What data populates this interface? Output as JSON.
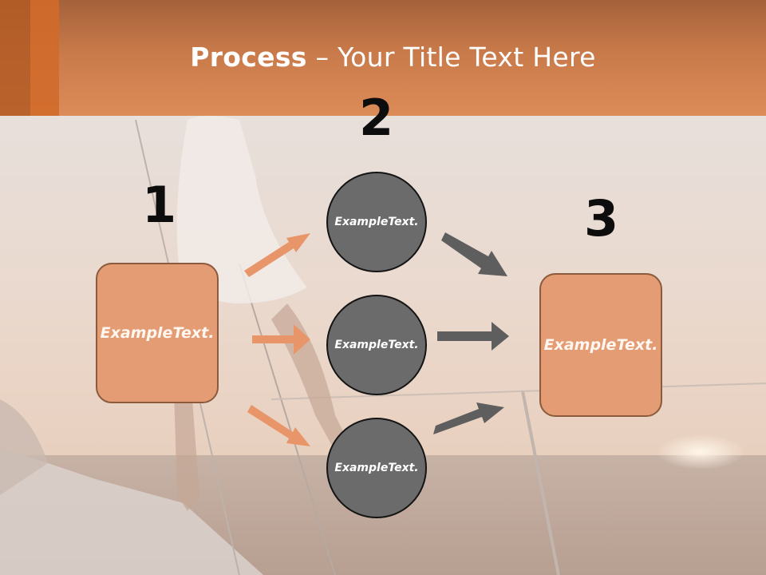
{
  "slide": {
    "title_bold": "Process",
    "title_rest": " – Your Title Text Here"
  },
  "steps": {
    "n1": "1",
    "n2": "2",
    "n3": "3"
  },
  "nodes": {
    "left_box": "Example Text.",
    "circle_top": "Example Text.",
    "circle_mid": "Example Text.",
    "circle_bot": "Example Text.",
    "right_box": "Example Text."
  },
  "colors": {
    "header": "#d88752",
    "box_fill": "#e39c74",
    "circle_fill": "#6b6b6b",
    "orange_arrow": "#e8956a",
    "gray_arrow": "#5e5e5e"
  }
}
